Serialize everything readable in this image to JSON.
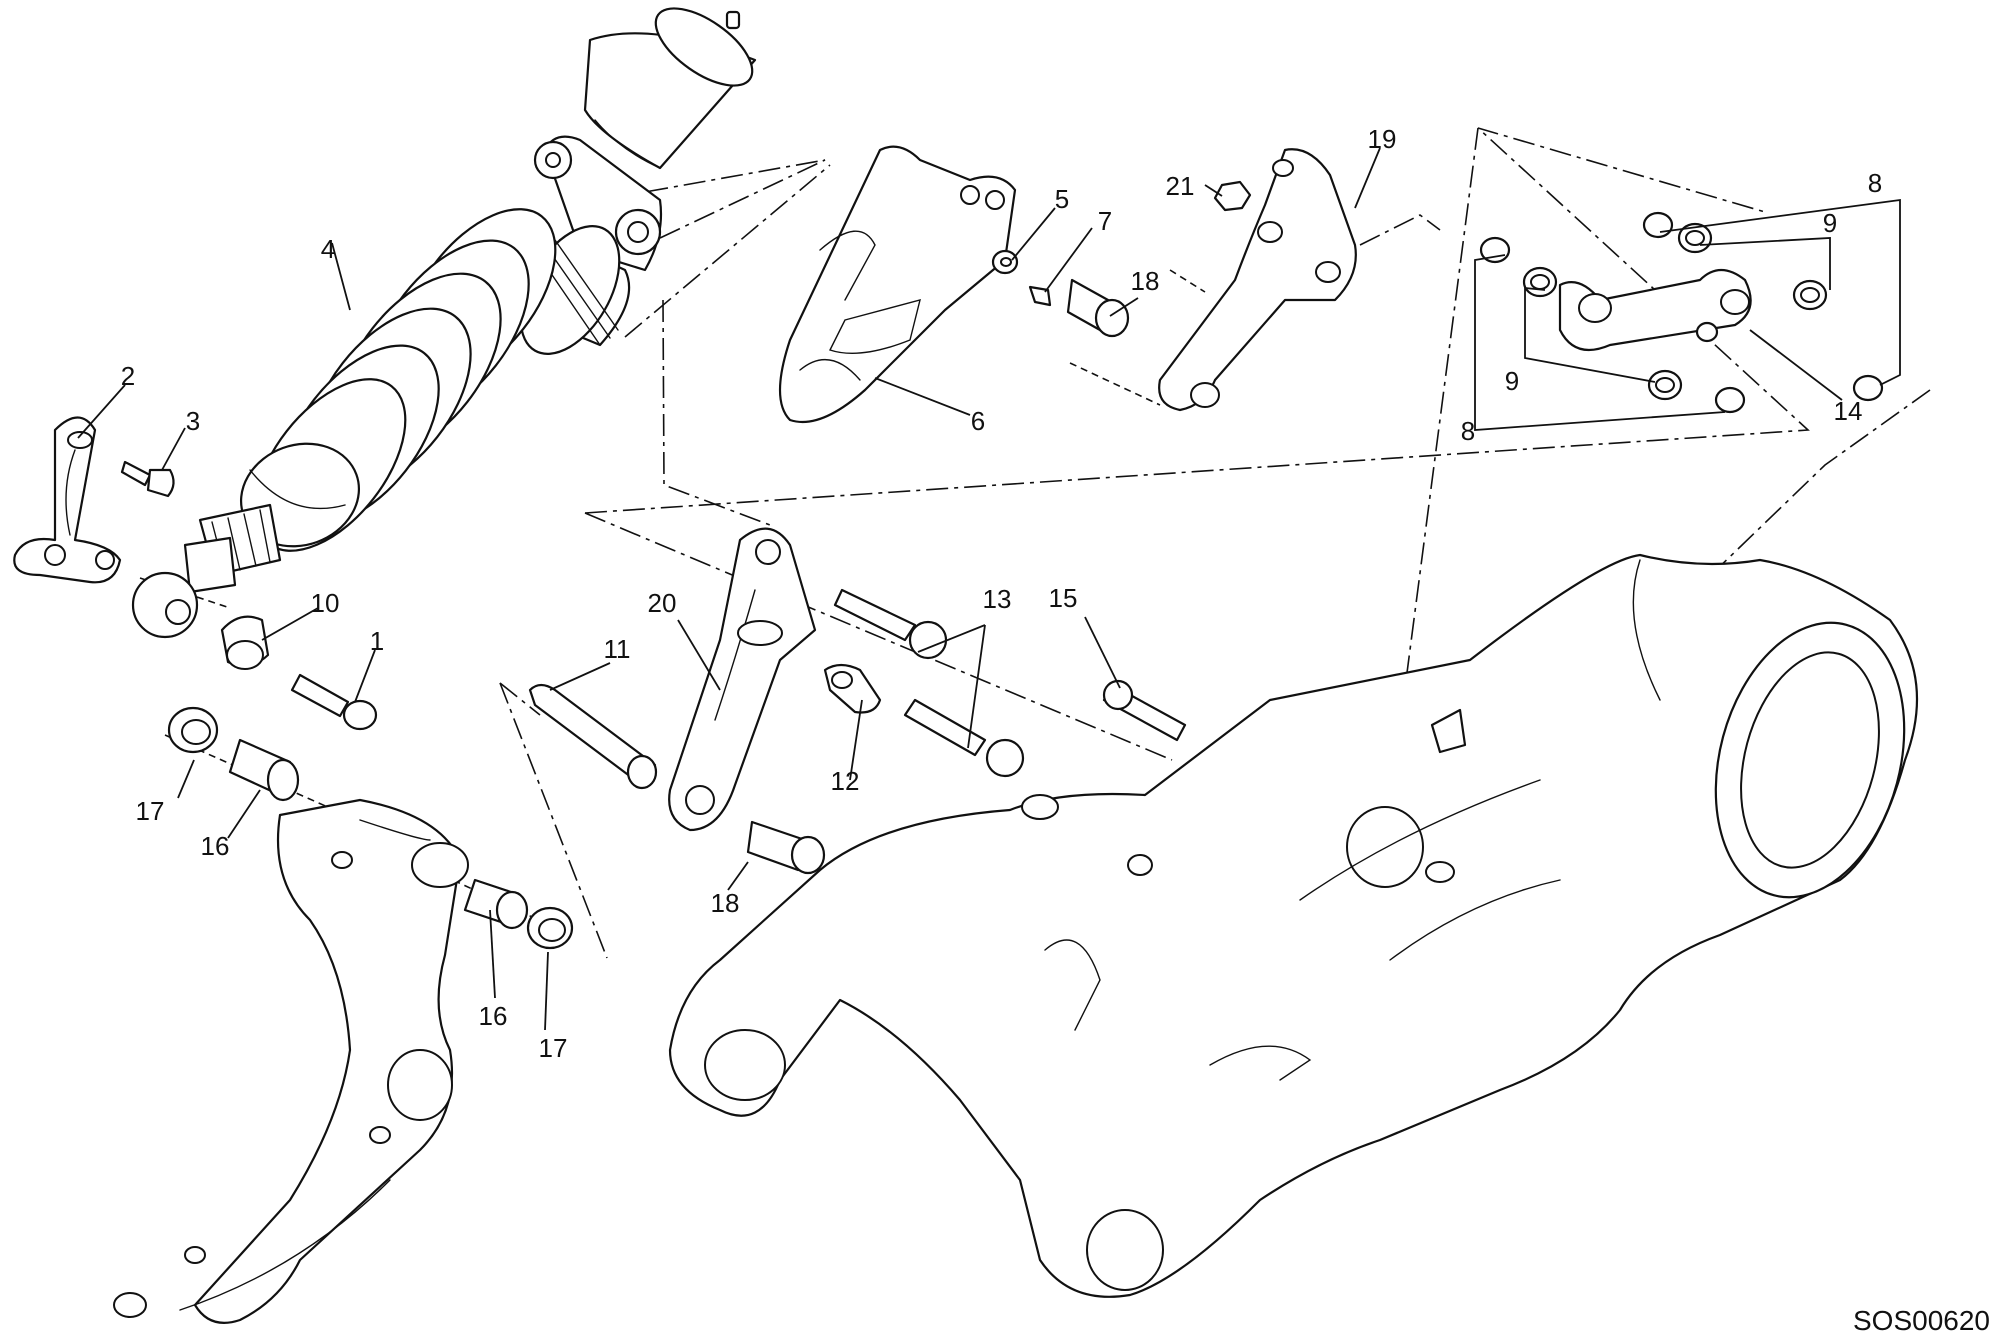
{
  "diagram": {
    "drawing_code": "SOS00620",
    "callouts": [
      "1",
      "2",
      "3",
      "4",
      "5",
      "6",
      "7",
      "8",
      "8",
      "9",
      "9",
      "10",
      "11",
      "12",
      "13",
      "14",
      "15",
      "16",
      "16",
      "17",
      "17",
      "18",
      "18",
      "19",
      "20",
      "21"
    ]
  }
}
